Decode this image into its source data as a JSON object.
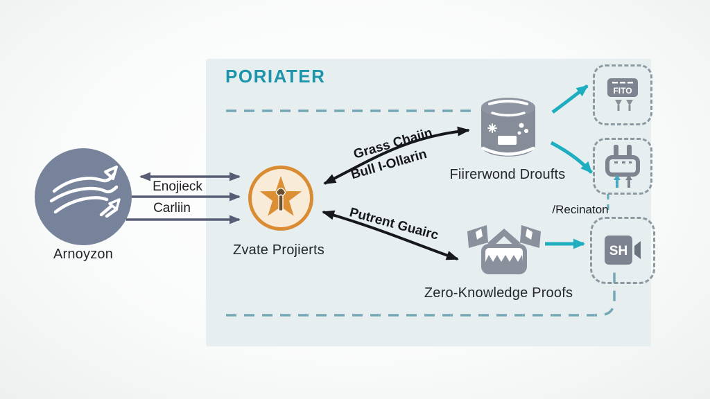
{
  "title": {
    "text": "PORIATER"
  },
  "nodes": {
    "arnoyzon": {
      "label": "Arnoyzon"
    },
    "zvate_projierts": {
      "label": "Zvate Projierts"
    },
    "fiirerwond_droufts": {
      "label": "Fiirerwond Droufts"
    },
    "zero_knowledge_proofs": {
      "label": "Zero-Knowledge Proofs"
    }
  },
  "edges": {
    "enojieck": {
      "label": "Enojieck"
    },
    "carliin": {
      "label": "Carliin"
    },
    "grass_chaiin": {
      "label_line1": "Grass Chaiin",
      "label_line2": "Bull I-Ollarin"
    },
    "putrent_guairc": {
      "label": "Putrent Guairc"
    },
    "recinaton": {
      "label": "/Recinaton"
    }
  },
  "endpoints": {
    "chip": {
      "text": "FITO"
    },
    "sh": {
      "text": "SH"
    }
  },
  "colors": {
    "panel_bg": "#e7eef0",
    "page_bg": "#fbfcfc",
    "accent_teal": "#1c94aa",
    "teal_arrow": "#1fadc0",
    "dashed_line": "#76a7b5",
    "slate_arrow": "#565d75",
    "node_gray": "#868d99",
    "circle_gray": "#76839b",
    "orange": "#dd8f36",
    "black_arrow": "#17181c"
  }
}
